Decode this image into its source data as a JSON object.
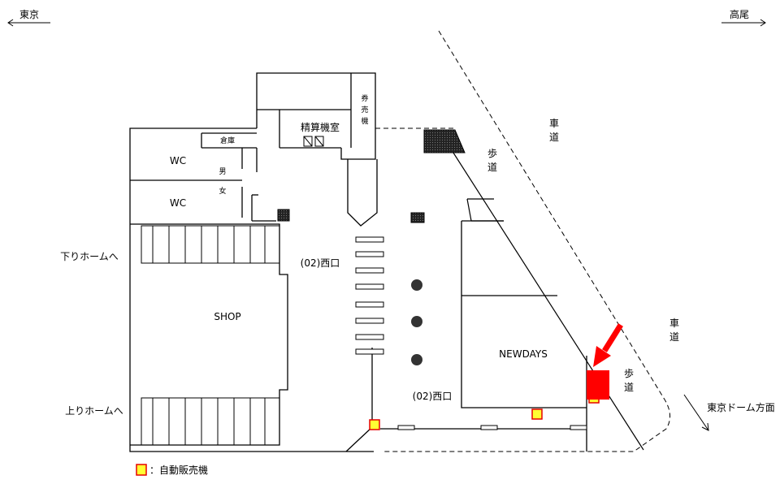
{
  "directions": {
    "left": "東京",
    "right": "高尾",
    "bottom_right": "東京ドーム方面"
  },
  "rooms": {
    "seisan": "精算機室",
    "kenbaiki": [
      "券",
      "売",
      "機"
    ],
    "souko": "倉庫",
    "wc_men": "WC",
    "wc_women": "WC",
    "men": "男",
    "women": "女",
    "shop": "SHOP",
    "newdays": "NEWDAYS"
  },
  "exits": {
    "upper": "(02)西口",
    "lower": "(02)西口"
  },
  "platforms": {
    "down": "下りホームへ",
    "up": "上りホームへ"
  },
  "streets": {
    "road_top": [
      "車",
      "道"
    ],
    "walk_top": [
      "歩",
      "道"
    ],
    "road_right": [
      "車",
      "道"
    ],
    "walk_right": [
      "歩",
      "道"
    ]
  },
  "legend": {
    "label": "：自動販売機"
  },
  "colors": {
    "vending_fill": "#ffff33",
    "vending_stroke": "#e60000",
    "marker": "#ff0000",
    "dark": "#333333"
  }
}
